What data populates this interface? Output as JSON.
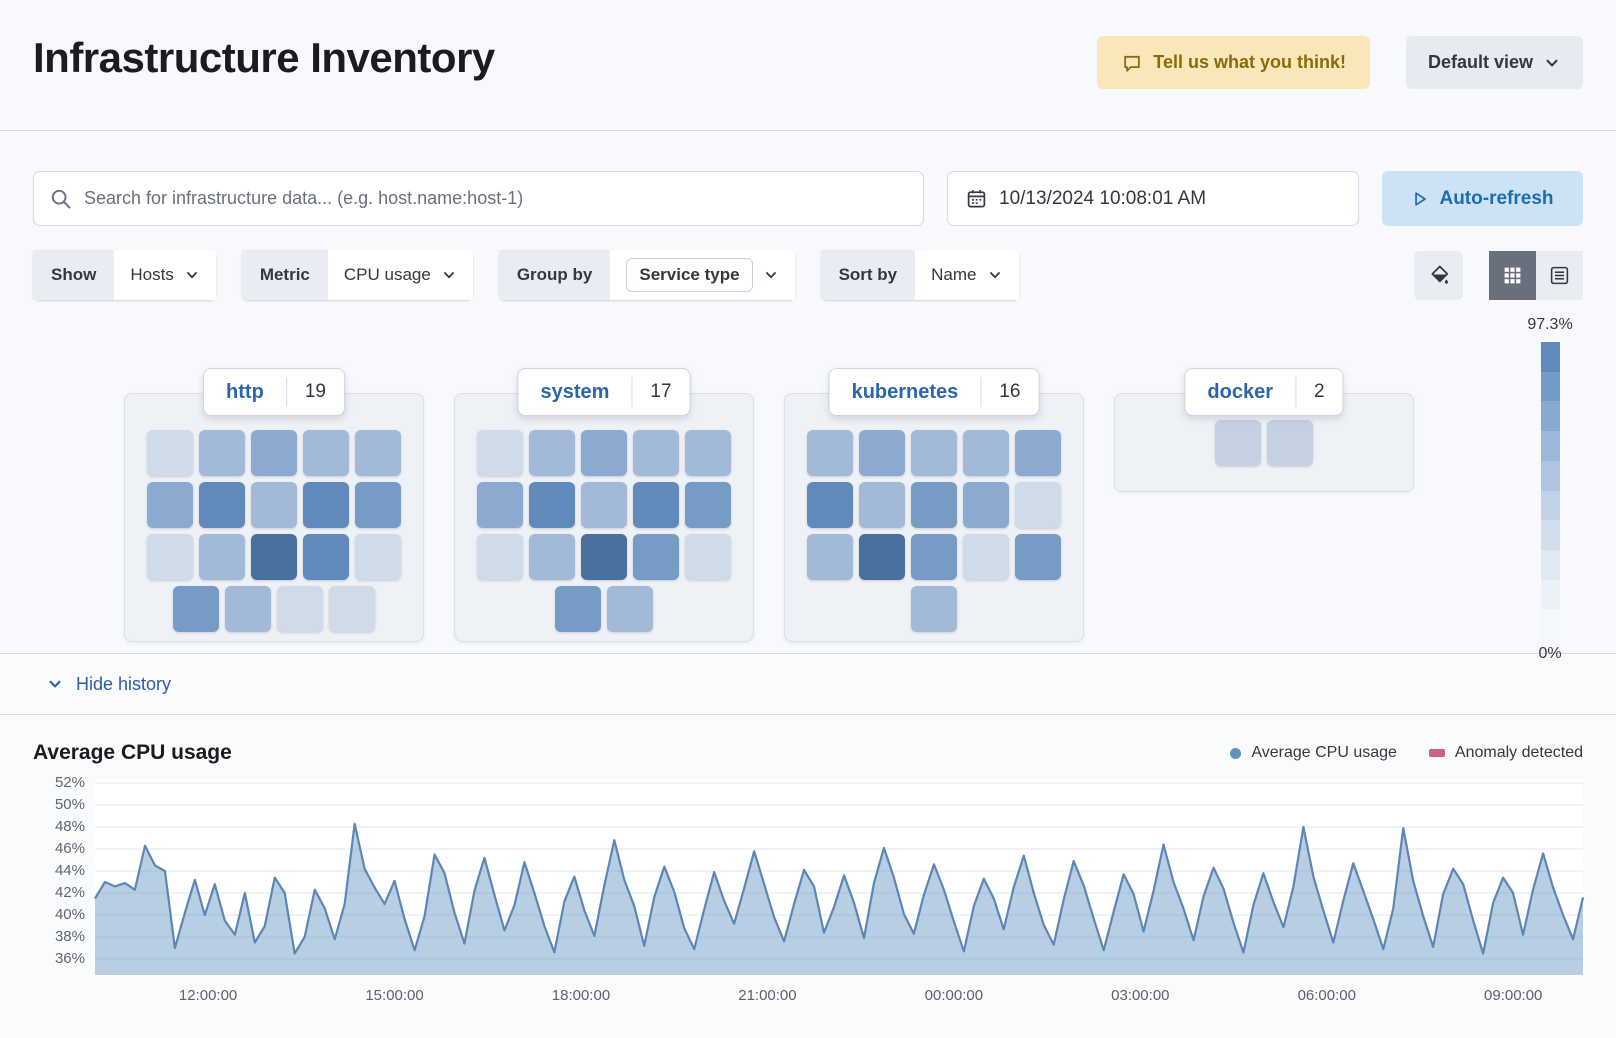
{
  "header": {
    "title": "Infrastructure Inventory",
    "feedback_button": "Tell us what you think!",
    "view_selector": "Default view"
  },
  "query_bar": {
    "search_placeholder": "Search for infrastructure data... (e.g. host.name:host-1)",
    "datetime": "10/13/2024 10:08:01 AM",
    "auto_refresh_label": "Auto-refresh"
  },
  "toolbar": {
    "show": {
      "label": "Show",
      "value": "Hosts"
    },
    "metric": {
      "label": "Metric",
      "value": "CPU usage"
    },
    "group_by": {
      "label": "Group by",
      "value": "Service type"
    },
    "sort_by": {
      "label": "Sort by",
      "value": "Name"
    }
  },
  "icons": {
    "feedback": "speech-bubble",
    "view_selector": "chevron-down",
    "search": "magnifier",
    "date": "calendar",
    "auto_refresh": "play-triangle",
    "dropdown": "chevron-down",
    "fill_legend": "paint-bucket",
    "grid_view": "grid-3x3",
    "table_view": "table-lines",
    "history": "chevron-down"
  },
  "waffle": {
    "palette": [
      "#cfdbe9",
      "#b9cae2",
      "#a3b9d8",
      "#8caacf",
      "#769bc5",
      "#6089bc",
      "#48719f"
    ],
    "empty_color": "#c5d1e2",
    "groups": [
      {
        "name": "http",
        "count": 19,
        "cells": [
          [
            0,
            2,
            3,
            2,
            2
          ],
          [
            3,
            5,
            2,
            5,
            4
          ],
          [
            0,
            2,
            6,
            5,
            0
          ],
          [
            4,
            2,
            0,
            0
          ]
        ]
      },
      {
        "name": "system",
        "count": 17,
        "cells": [
          [
            0,
            2,
            3,
            2,
            2
          ],
          [
            3,
            5,
            2,
            5,
            4
          ],
          [
            0,
            2,
            6,
            4,
            0
          ],
          [
            4,
            2
          ]
        ]
      },
      {
        "name": "kubernetes",
        "count": 16,
        "cells": [
          [
            2,
            3,
            2,
            2,
            3
          ],
          [
            5,
            2,
            4,
            3,
            0
          ],
          [
            2,
            6,
            4,
            0,
            4
          ],
          [
            2
          ]
        ]
      },
      {
        "name": "docker",
        "count": 2,
        "cells": [
          [
            "d",
            "d"
          ]
        ]
      }
    ],
    "scale": {
      "max": "97.3%",
      "min": "0%",
      "steps": [
        "#6089bc",
        "#739bc8",
        "#88aad1",
        "#9cb8da",
        "#aec4e1",
        "#c0d1e8",
        "#d2dded",
        "#e0e8f3",
        "#ecf1f8",
        "#f4f7fb"
      ]
    }
  },
  "history": {
    "toggle_label": "Hide history"
  },
  "chart_data": {
    "type": "area",
    "title": "Average CPU usage",
    "legend": [
      {
        "label": "Average CPU usage",
        "color": "#6092c0",
        "marker": "dot"
      },
      {
        "label": "Anomaly detected",
        "color": "#cf6185",
        "marker": "square"
      }
    ],
    "y_ticks": [
      "52%",
      "50%",
      "48%",
      "46%",
      "44%",
      "42%",
      "40%",
      "38%",
      "36%"
    ],
    "x_ticks": [
      "12:00:00",
      "15:00:00",
      "18:00:00",
      "21:00:00",
      "00:00:00",
      "03:00:00",
      "06:00:00",
      "09:00:00"
    ],
    "ylim": [
      36,
      52
    ],
    "grid": true,
    "legend_position": "top-right",
    "series": [
      {
        "name": "Average CPU usage",
        "color": "#6092c0",
        "fill_opacity": 0.45,
        "unit": "%",
        "values": [
          41.5,
          43.0,
          42.6,
          42.9,
          42.3,
          46.3,
          44.5,
          44.0,
          37.0,
          40.2,
          43.2,
          40.0,
          42.8,
          39.5,
          38.2,
          42.0,
          37.5,
          39.0,
          43.4,
          42.0,
          36.5,
          38.0,
          42.3,
          40.6,
          37.8,
          41.0,
          48.3,
          44.2,
          42.5,
          41.0,
          43.1,
          39.6,
          36.8,
          39.9,
          45.5,
          43.8,
          40.2,
          37.4,
          42.2,
          45.2,
          41.8,
          38.6,
          40.9,
          44.8,
          42.0,
          39.0,
          36.6,
          41.2,
          43.5,
          40.4,
          38.1,
          42.7,
          46.8,
          43.2,
          40.8,
          37.2,
          41.6,
          44.4,
          42.1,
          38.8,
          36.9,
          40.5,
          43.9,
          41.3,
          39.2,
          42.4,
          45.8,
          42.8,
          39.8,
          37.6,
          41.0,
          44.1,
          42.6,
          38.4,
          40.7,
          43.6,
          41.1,
          37.9,
          42.9,
          46.1,
          43.4,
          40.1,
          38.3,
          41.8,
          44.6,
          42.3,
          39.4,
          36.7,
          40.8,
          43.3,
          41.5,
          38.7,
          42.5,
          45.4,
          42.0,
          39.1,
          37.3,
          41.4,
          44.9,
          42.7,
          39.7,
          36.8,
          40.3,
          43.7,
          41.9,
          38.5,
          42.2,
          46.4,
          43.0,
          40.6,
          37.7,
          41.7,
          44.3,
          42.4,
          39.3,
          36.6,
          40.9,
          43.8,
          41.2,
          38.9,
          42.6,
          48.0,
          43.5,
          40.4,
          37.5,
          41.3,
          44.7,
          42.2,
          39.6,
          36.9,
          40.6,
          47.9,
          43.1,
          39.9,
          37.1,
          41.9,
          44.2,
          42.8,
          39.5,
          36.5,
          41.1,
          43.4,
          42.0,
          38.2,
          42.3,
          45.6,
          42.5,
          40.0,
          37.8,
          41.6
        ]
      }
    ],
    "anomalies": []
  }
}
